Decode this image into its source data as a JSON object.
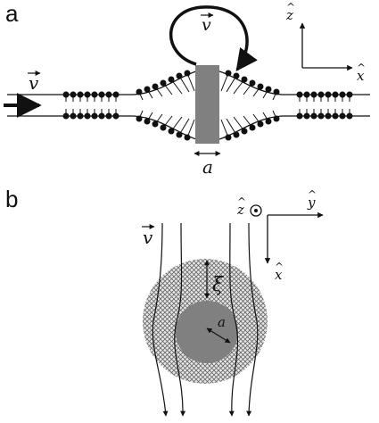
{
  "panels": [
    {
      "label": "a"
    },
    {
      "label": "b"
    }
  ],
  "panel_a": {
    "velocity_label": "v",
    "loop_velocity_label": "v",
    "width_label": "a",
    "axis_vertical": "z",
    "axis_horizontal": "x"
  },
  "panel_b": {
    "velocity_label": "v",
    "axis_out_of_page": "z",
    "axis_horizontal": "y",
    "axis_down": "x",
    "correlation_length_label": "ξ",
    "radius_label": "a"
  },
  "colors": {
    "ink": "#111111",
    "inclusion_gray": "#808080",
    "hatch": "#555555"
  },
  "icons": [
    "arrow-icon",
    "dot-in-circle-icon",
    "vector-arrow-icon"
  ]
}
